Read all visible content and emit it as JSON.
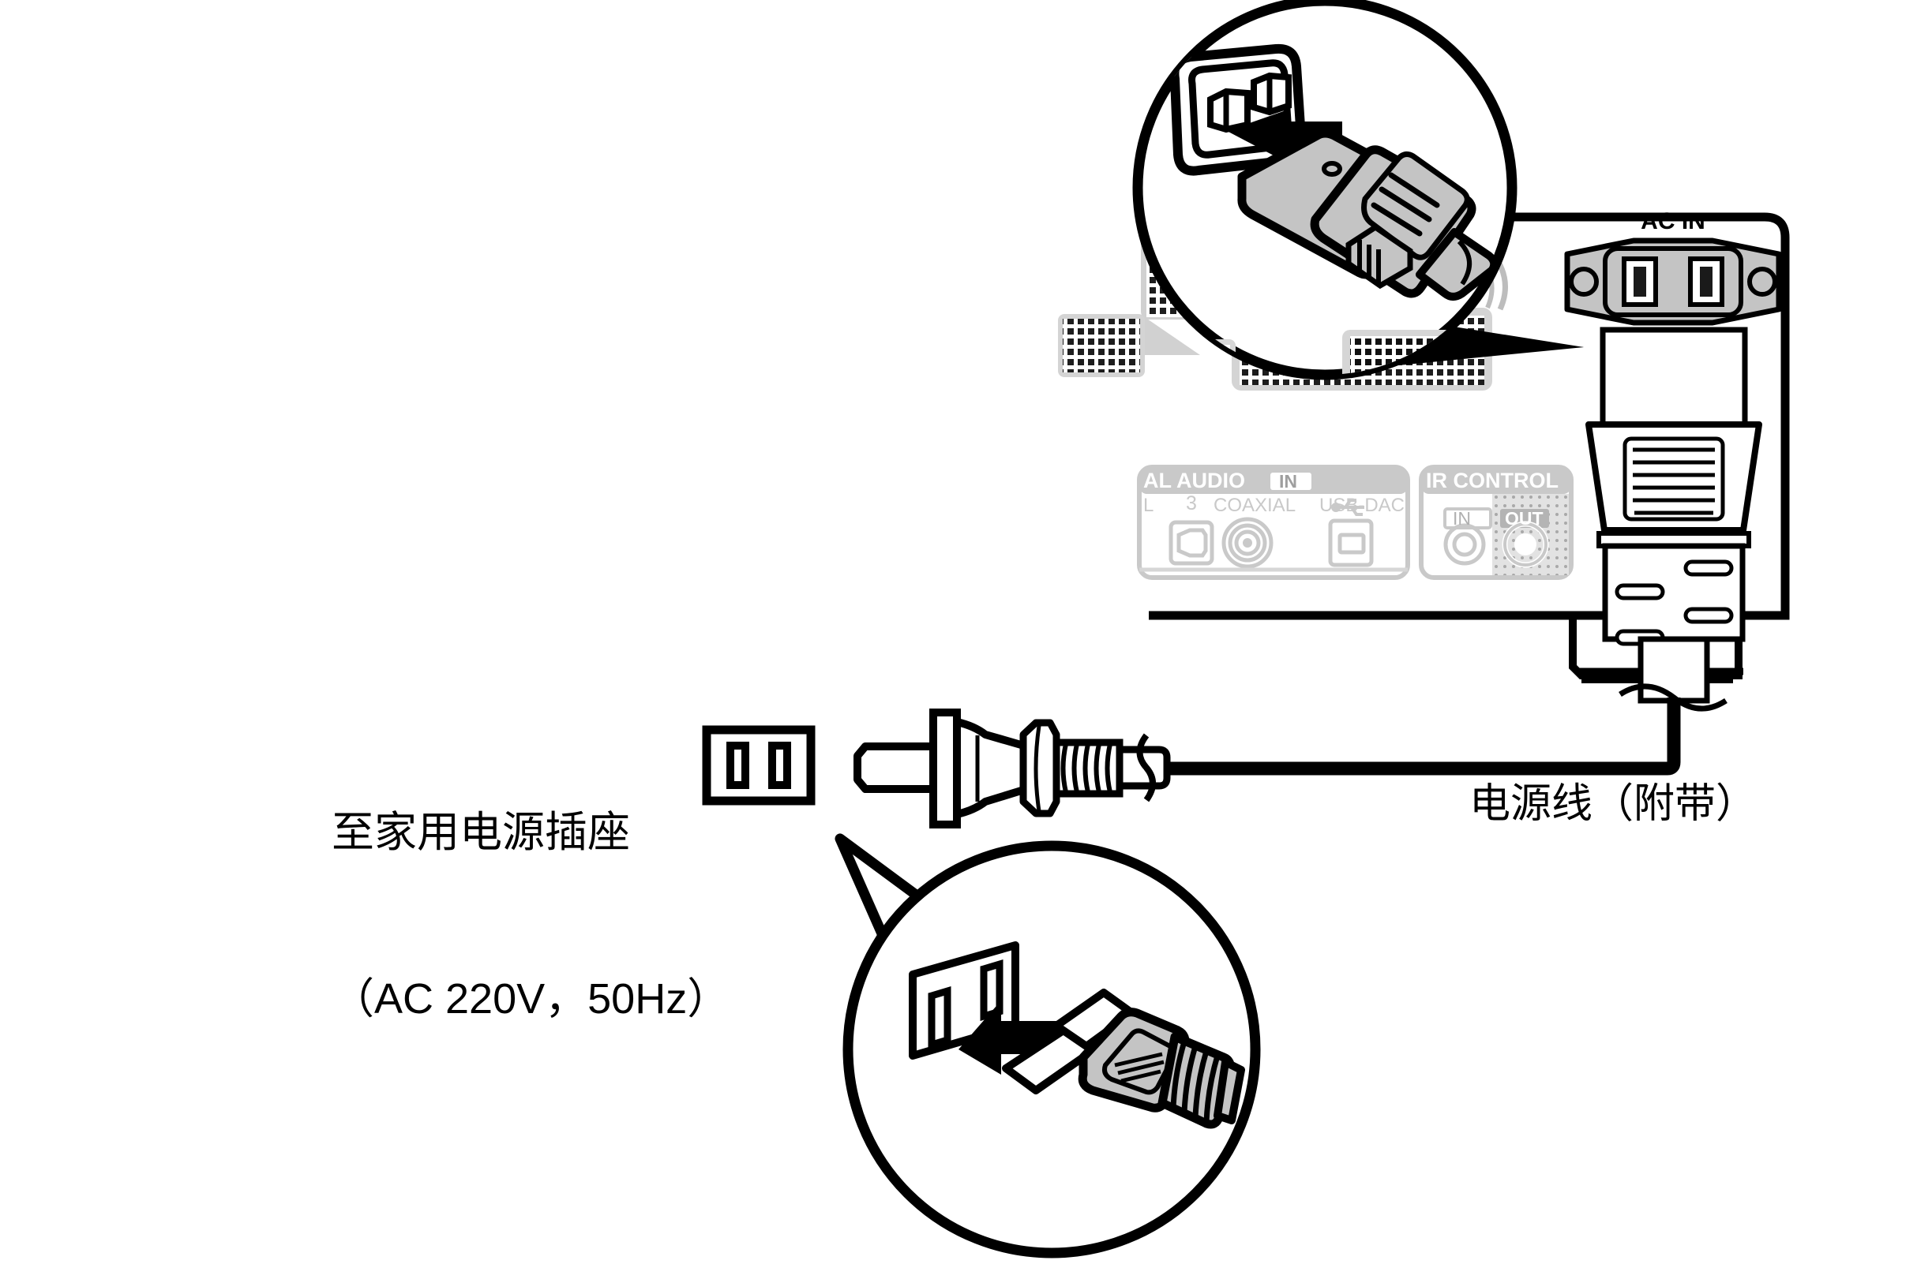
{
  "diagram": {
    "title": "AC power cord connection diagram",
    "type": "line-illustration"
  },
  "labels": {
    "outlet_line1": "至家用电源插座",
    "outlet_line2": "（AC 220V，50Hz）",
    "power_cord": "电源线（附带）",
    "ac_in": "AC IN"
  },
  "rear_panel": {
    "digital_audio_group": "AL AUDIO",
    "digital_audio_in_badge": "IN",
    "optical_left": "L",
    "optical_number": "3",
    "coaxial": "COAXIAL",
    "usb_dac": "USB-DAC",
    "ir_control_group": "IR CONTROL",
    "ir_in_badge": "IN",
    "ir_out_badge": "OUT"
  },
  "callouts": {
    "top": {
      "name": "ac-inlet-detail",
      "depicts": "IEC C13 connector inserted into AC IN inlet",
      "arrow": "insertion-arrow"
    },
    "bottom": {
      "name": "wall-outlet-detail",
      "depicts": "two-prong AC plug inserted into household wall outlet",
      "arrow": "insertion-arrow"
    }
  },
  "colors": {
    "line": "#000000",
    "connector_gray": "#c4c4c4",
    "panel_gray": "#c9c9c9",
    "panel_gray_light": "#d6d6d6",
    "vent_gray": "#b9b9b9",
    "white": "#ffffff"
  }
}
